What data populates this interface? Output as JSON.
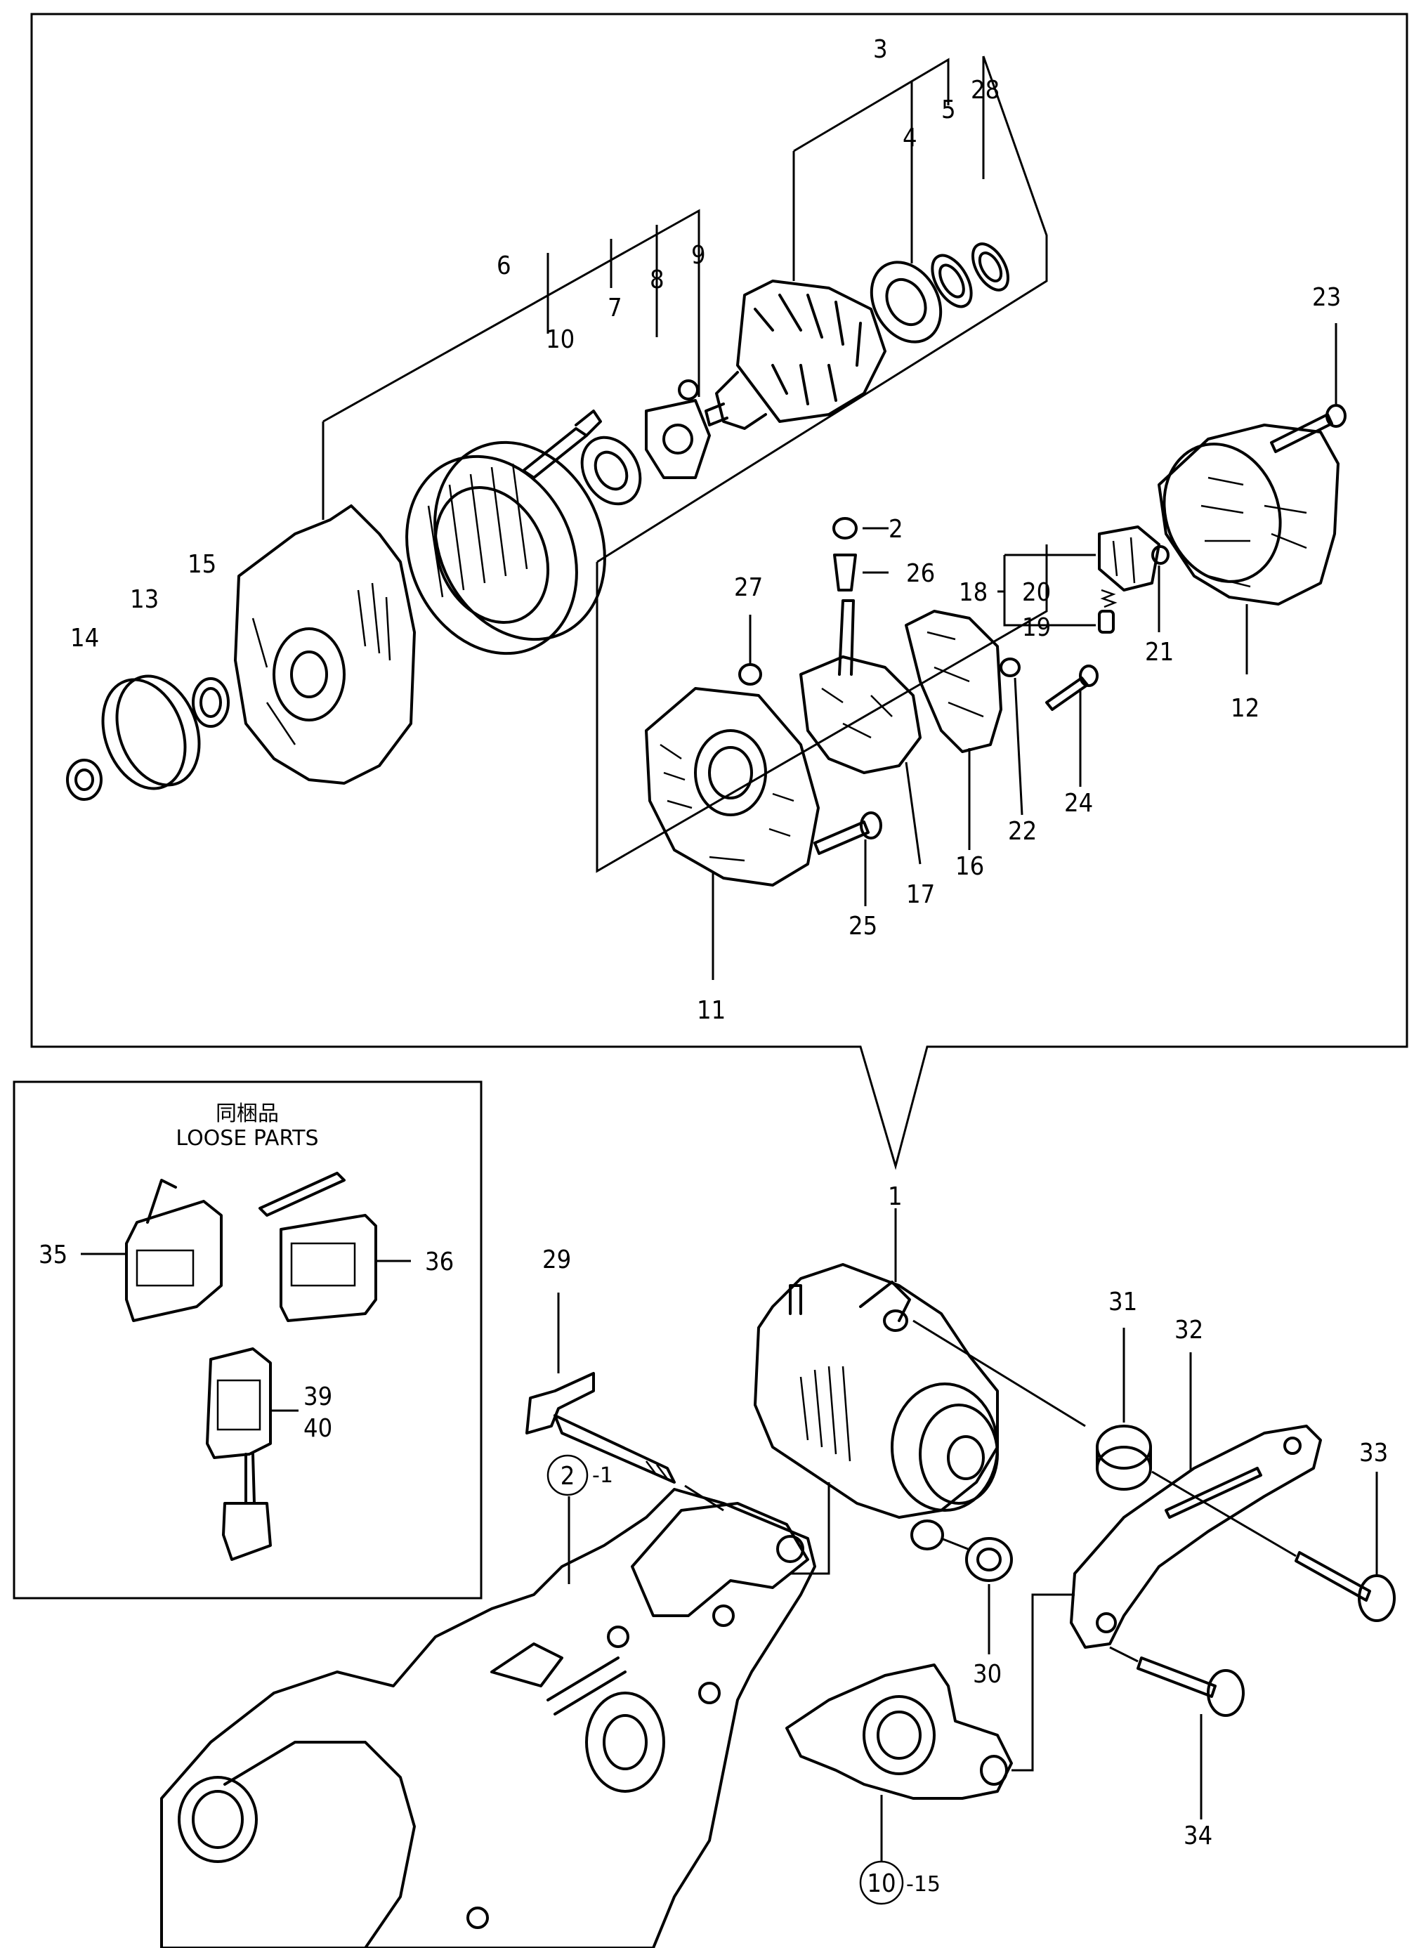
{
  "loose_parts": {
    "title_jp": "同梱品",
    "title_en": "LOOSE PARTS"
  },
  "callouts": [
    {
      "id": "c1",
      "text": "1"
    },
    {
      "id": "c2",
      "text": "2"
    },
    {
      "id": "c3",
      "text": "3"
    },
    {
      "id": "c4",
      "text": "4"
    },
    {
      "id": "c5",
      "text": "5"
    },
    {
      "id": "c6",
      "text": "6"
    },
    {
      "id": "c7",
      "text": "7"
    },
    {
      "id": "c8",
      "text": "8"
    },
    {
      "id": "c9",
      "text": "9"
    },
    {
      "id": "c10",
      "text": "10"
    },
    {
      "id": "c11",
      "text": "11"
    },
    {
      "id": "c12",
      "text": "12"
    },
    {
      "id": "c13",
      "text": "13"
    },
    {
      "id": "c14",
      "text": "14"
    },
    {
      "id": "c15",
      "text": "15"
    },
    {
      "id": "c16",
      "text": "16"
    },
    {
      "id": "c17",
      "text": "17"
    },
    {
      "id": "c18",
      "text": "18"
    },
    {
      "id": "c19",
      "text": "19"
    },
    {
      "id": "c20",
      "text": "20"
    },
    {
      "id": "c21",
      "text": "21"
    },
    {
      "id": "c22",
      "text": "22"
    },
    {
      "id": "c23",
      "text": "23"
    },
    {
      "id": "c24",
      "text": "24"
    },
    {
      "id": "c25",
      "text": "25"
    },
    {
      "id": "c26",
      "text": "26"
    },
    {
      "id": "c27",
      "text": "27"
    },
    {
      "id": "c28",
      "text": "28"
    },
    {
      "id": "c29",
      "text": "29"
    },
    {
      "id": "c30",
      "text": "30"
    },
    {
      "id": "c31",
      "text": "31"
    },
    {
      "id": "c32",
      "text": "32"
    },
    {
      "id": "c33",
      "text": "33"
    },
    {
      "id": "c34",
      "text": "34"
    },
    {
      "id": "c35",
      "text": "35"
    },
    {
      "id": "c36",
      "text": "36"
    },
    {
      "id": "c39",
      "text": "39"
    },
    {
      "id": "c40",
      "text": "40"
    },
    {
      "id": "c2_2",
      "text": "2"
    }
  ],
  "references": [
    {
      "id": "r1",
      "circle": "2",
      "suffix": "-1"
    },
    {
      "id": "r2",
      "circle": "10",
      "suffix": "-15"
    }
  ]
}
